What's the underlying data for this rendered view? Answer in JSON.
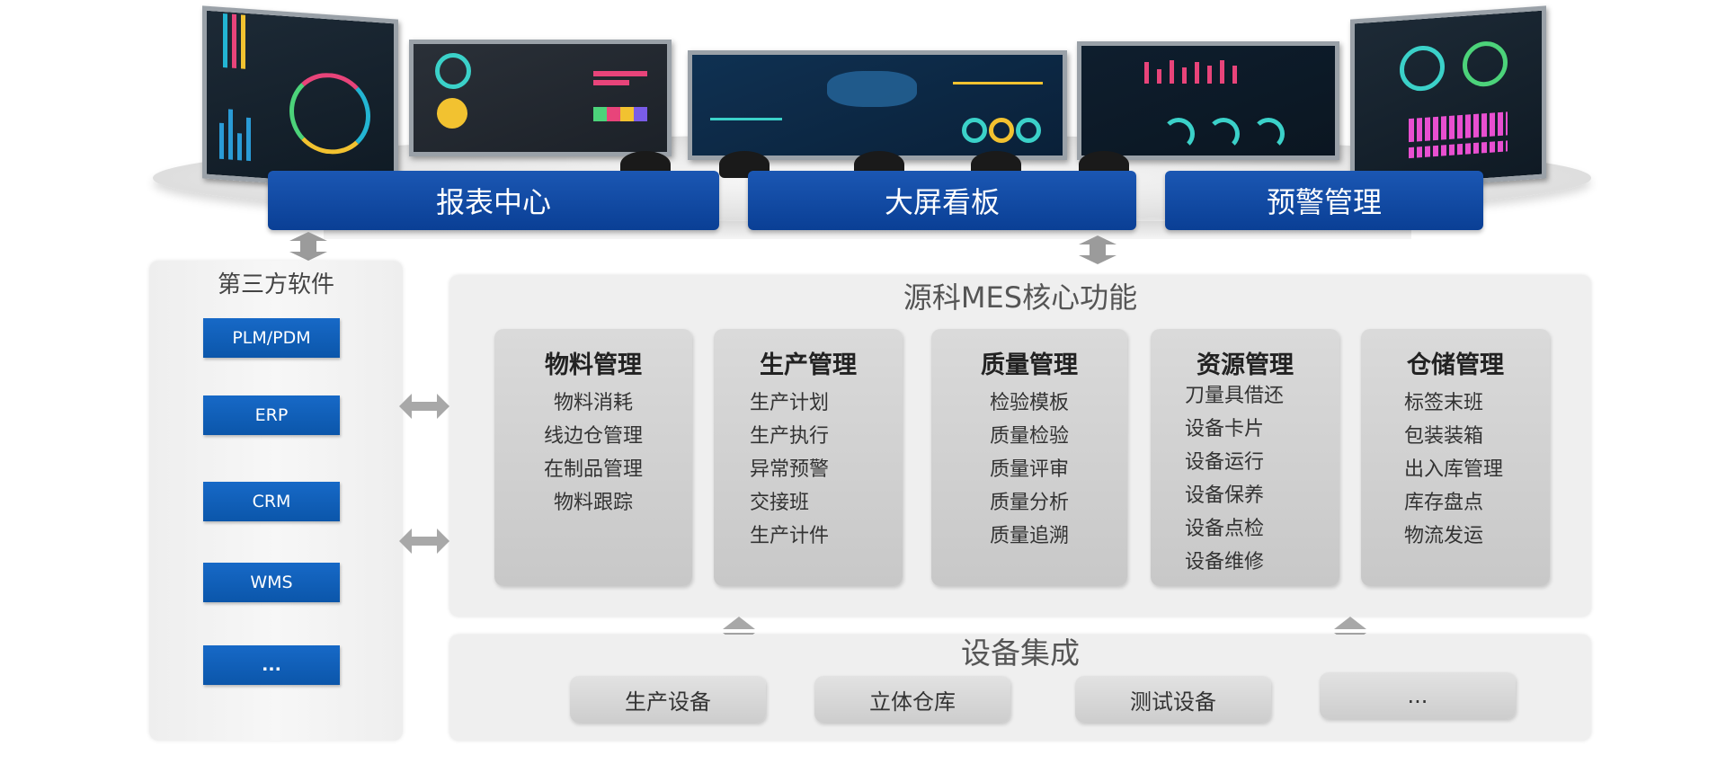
{
  "top_tabs": {
    "report_center": "报表中心",
    "big_screen": "大屏看板",
    "warning_mgmt": "预警管理"
  },
  "third_party": {
    "title": "第三方软件",
    "items": [
      "PLM/PDM",
      "ERP",
      "CRM",
      "WMS",
      "..."
    ]
  },
  "core": {
    "title": "源科MES核心功能",
    "modules": [
      {
        "title": "物料管理",
        "items": [
          "物料消耗",
          "线边仓管理",
          "在制品管理",
          "物料跟踪"
        ]
      },
      {
        "title": "生产管理",
        "items": [
          "生产计划",
          "生产执行",
          "异常预警",
          "交接班",
          "生产计件"
        ]
      },
      {
        "title": "质量管理",
        "items": [
          "检验模板",
          "质量检验",
          "质量评审",
          "质量分析",
          "质量追溯"
        ]
      },
      {
        "title": "资源管理",
        "items": [
          "刀量具借还",
          "设备卡片",
          "设备运行",
          "设备保养",
          "设备点检",
          "设备维修"
        ]
      },
      {
        "title": "仓储管理",
        "items": [
          "标签末班",
          "包装装箱",
          "出入库管理",
          "库存盘点",
          "物流发运"
        ]
      }
    ]
  },
  "equipment": {
    "title": "设备集成",
    "items": [
      "生产设备",
      "立体仓库",
      "测试设备",
      "..."
    ]
  },
  "colors": {
    "tab_blue": "#0a3f95",
    "button_blue": "#1769c7",
    "panel_gray": "#efefef",
    "card_gray": "#d2d2d2",
    "arrow_gray": "#a8a8a8"
  }
}
